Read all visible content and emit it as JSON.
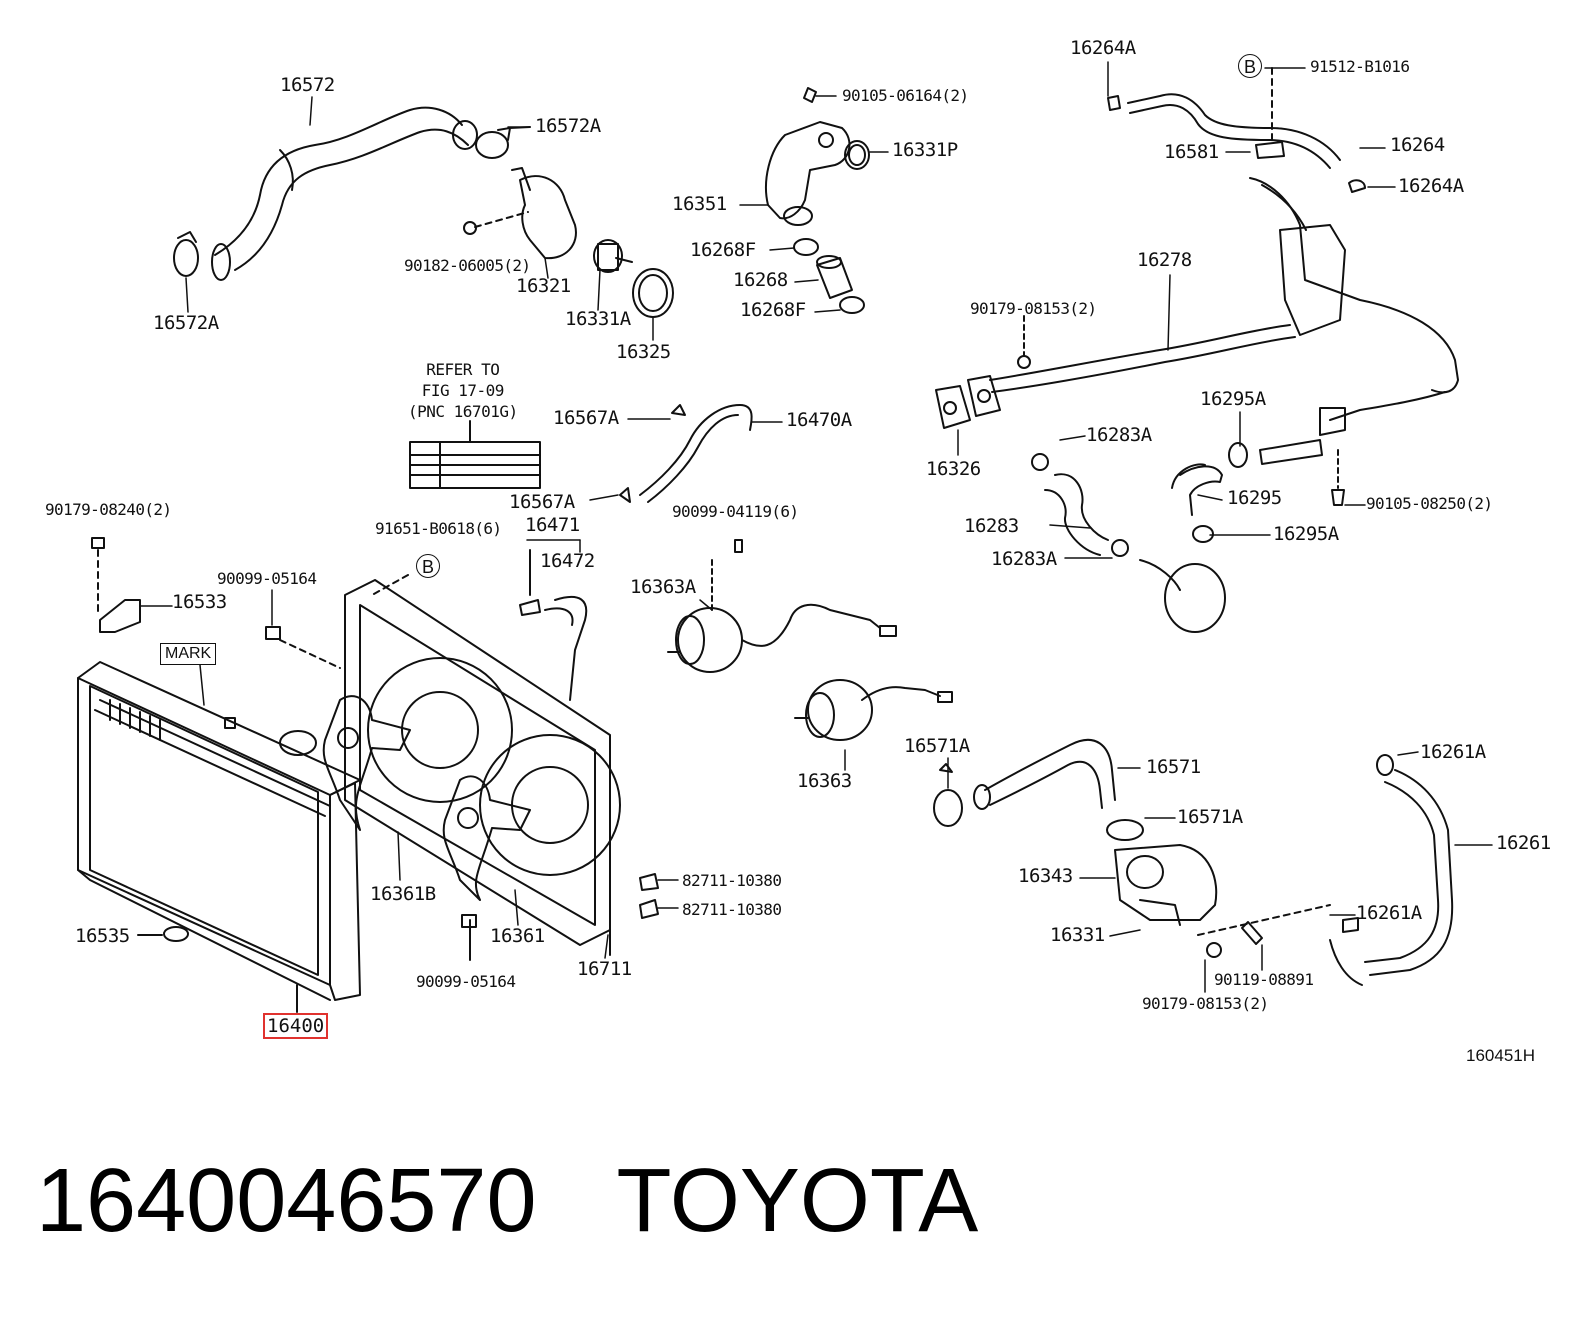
{
  "labels": {
    "p16572": "16572",
    "p16572A_top": "16572A",
    "p16572A_left": "16572A",
    "p16321": "16321",
    "p90182": "90182-06005(2)",
    "p16331A": "16331A",
    "p16325": "16325",
    "p90105_06164": "90105-06164(2)",
    "p16331P": "16331P",
    "p16351": "16351",
    "p16268F_a": "16268F",
    "p16268": "16268",
    "p16268F_b": "16268F",
    "p16264A_top": "16264A",
    "p91512": "91512-B1016",
    "p16581": "16581",
    "p16264": "16264",
    "p16264A_right": "16264A",
    "p16278": "16278",
    "p90179_08153_top": "90179-08153(2)",
    "p16326": "16326",
    "p16283A_a": "16283A",
    "p16295A_a": "16295A",
    "p16295": "16295",
    "p90105_08250": "90105-08250(2)",
    "p16283": "16283",
    "p16295A_b": "16295A",
    "p16283A_b": "16283A",
    "p16567A_a": "16567A",
    "p16470A": "16470A",
    "p16567A_b": "16567A",
    "p16471": "16471",
    "p16472": "16472",
    "p90099_04119": "90099-04119(6)",
    "p16363A": "16363A",
    "p90179_08240": "90179-08240(2)",
    "p91651": "91651-B0618(6)",
    "p90099_05164_a": "90099-05164",
    "p16533": "16533",
    "p16363": "16363",
    "p16571A_a": "16571A",
    "p16571": "16571",
    "p16571A_b": "16571A",
    "p16261A_a": "16261A",
    "p16261": "16261",
    "p16343": "16343",
    "p16331": "16331",
    "p16261A_b": "16261A",
    "p90119": "90119-08891",
    "p90179_08153_bot": "90179-08153(2)",
    "p16361B": "16361B",
    "p16361": "16361",
    "p16711": "16711",
    "p82711_a": "82711-10380",
    "p82711_b": "82711-10380",
    "p16535": "16535",
    "p90099_05164_b": "90099-05164",
    "p16400": "16400"
  },
  "refer_note": "REFER TO\nFIG 17-09\n(PNC 16701G)",
  "mark_label": "MARK",
  "callout_b": "B",
  "figure_id": "160451H",
  "footer": {
    "part_number": "1640046570",
    "brand": "TOYOTA"
  },
  "colors": {
    "line": "#111111",
    "highlight": "#e0322e"
  }
}
